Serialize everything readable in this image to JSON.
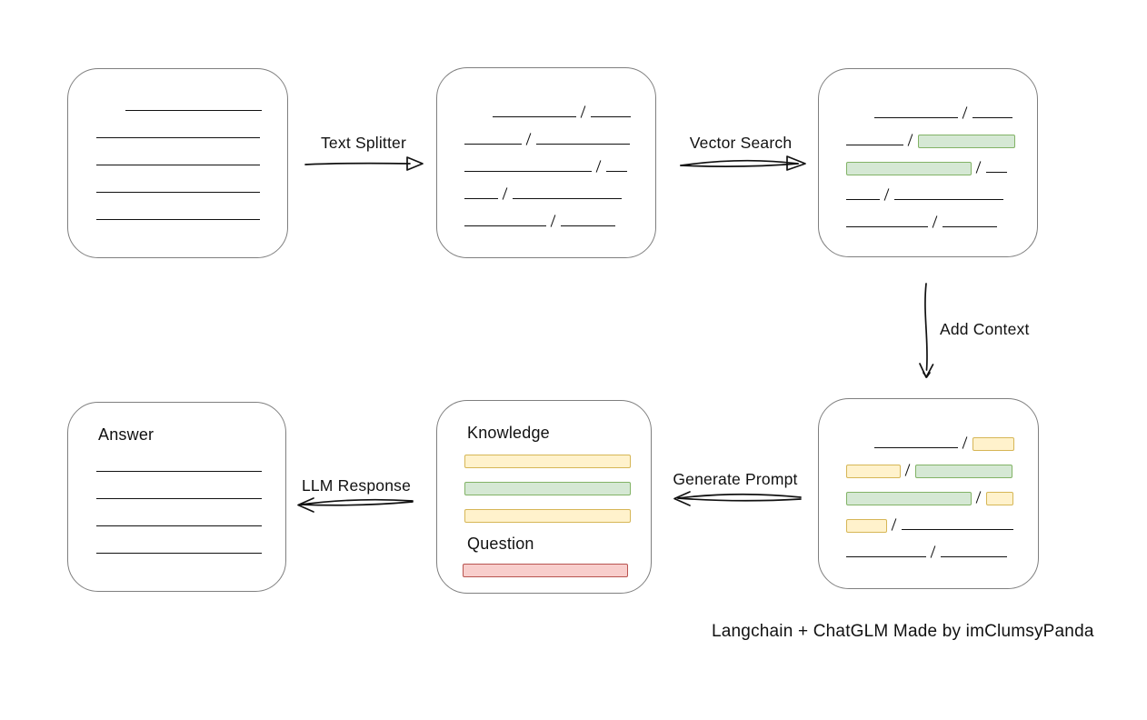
{
  "caption": "Langchain + ChatGLM Made by imClumsyPanda",
  "colors": {
    "green_fill": "#d5e8d4",
    "green_border": "#82b366",
    "yellow_fill": "#fff2cc",
    "yellow_border": "#d6b656",
    "red_fill": "#f8cecc",
    "red_border": "#b85450",
    "ink": "#111111",
    "box_border": "#7f7f7f"
  },
  "arrows": {
    "text_splitter": {
      "label": "Text Splitter",
      "direction": "right"
    },
    "vector_search": {
      "label": "Vector Search",
      "direction": "right"
    },
    "add_context": {
      "label": "Add Context",
      "direction": "down"
    },
    "generate_prompt": {
      "label": "Generate Prompt",
      "direction": "left"
    },
    "llm_response": {
      "label": "LLM Response",
      "direction": "left"
    }
  },
  "nodes": {
    "document": {
      "rows": [
        [
          {
            "t": "line",
            "w": 150,
            "ind": 32
          }
        ],
        [
          {
            "t": "line",
            "w": 180
          }
        ],
        [
          {
            "t": "line",
            "w": 180
          }
        ],
        [
          {
            "t": "line",
            "w": 180
          }
        ],
        [
          {
            "t": "line",
            "w": 180
          }
        ]
      ]
    },
    "chunks": {
      "rows": [
        [
          {
            "t": "line",
            "w": 92,
            "ind": 31
          },
          {
            "t": "slash"
          },
          {
            "t": "line",
            "w": 44
          }
        ],
        [
          {
            "t": "line",
            "w": 63
          },
          {
            "t": "slash"
          },
          {
            "t": "line",
            "w": 103
          }
        ],
        [
          {
            "t": "line",
            "w": 140
          },
          {
            "t": "slash"
          },
          {
            "t": "line",
            "w": 23
          }
        ],
        [
          {
            "t": "line",
            "w": 37
          },
          {
            "t": "slash"
          },
          {
            "t": "line",
            "w": 120
          }
        ],
        [
          {
            "t": "line",
            "w": 90
          },
          {
            "t": "slash"
          },
          {
            "t": "line",
            "w": 60
          }
        ]
      ]
    },
    "matched": {
      "rows": [
        [
          {
            "t": "line",
            "w": 92,
            "ind": 31
          },
          {
            "t": "slash"
          },
          {
            "t": "line",
            "w": 44
          }
        ],
        [
          {
            "t": "line",
            "w": 63
          },
          {
            "t": "slash"
          },
          {
            "t": "green",
            "w": 107
          }
        ],
        [
          {
            "t": "green",
            "w": 138
          },
          {
            "t": "slash"
          },
          {
            "t": "line",
            "w": 23
          }
        ],
        [
          {
            "t": "line",
            "w": 37
          },
          {
            "t": "slash"
          },
          {
            "t": "line",
            "w": 120
          }
        ],
        [
          {
            "t": "line",
            "w": 90
          },
          {
            "t": "slash"
          },
          {
            "t": "line",
            "w": 60
          }
        ]
      ]
    },
    "context": {
      "rows": [
        [
          {
            "t": "line",
            "w": 92,
            "ind": 31
          },
          {
            "t": "slash"
          },
          {
            "t": "yellow",
            "w": 46
          }
        ],
        [
          {
            "t": "yellow",
            "w": 60
          },
          {
            "t": "slash"
          },
          {
            "t": "green",
            "w": 107
          }
        ],
        [
          {
            "t": "green",
            "w": 138
          },
          {
            "t": "slash"
          },
          {
            "t": "yellow",
            "w": 30
          }
        ],
        [
          {
            "t": "yellow",
            "w": 45
          },
          {
            "t": "slash"
          },
          {
            "t": "line",
            "w": 123
          }
        ],
        [
          {
            "t": "line",
            "w": 88
          },
          {
            "t": "slash"
          },
          {
            "t": "line",
            "w": 73
          }
        ]
      ]
    },
    "prompt": {
      "knowledge_label": "Knowledge",
      "question_label": "Question",
      "knowledge_bars": [
        [
          {
            "t": "yellow",
            "w": 183
          }
        ],
        [
          {
            "t": "green",
            "w": 183
          }
        ],
        [
          {
            "t": "yellow",
            "w": 183
          }
        ]
      ],
      "question_bars": [
        [
          {
            "t": "red",
            "w": 182
          }
        ]
      ]
    },
    "answer": {
      "label": "Answer",
      "rows": [
        [
          {
            "t": "line",
            "w": 182
          }
        ],
        [
          {
            "t": "line",
            "w": 182
          }
        ],
        [
          {
            "t": "line",
            "w": 182
          }
        ],
        [
          {
            "t": "line",
            "w": 182
          }
        ]
      ]
    }
  }
}
